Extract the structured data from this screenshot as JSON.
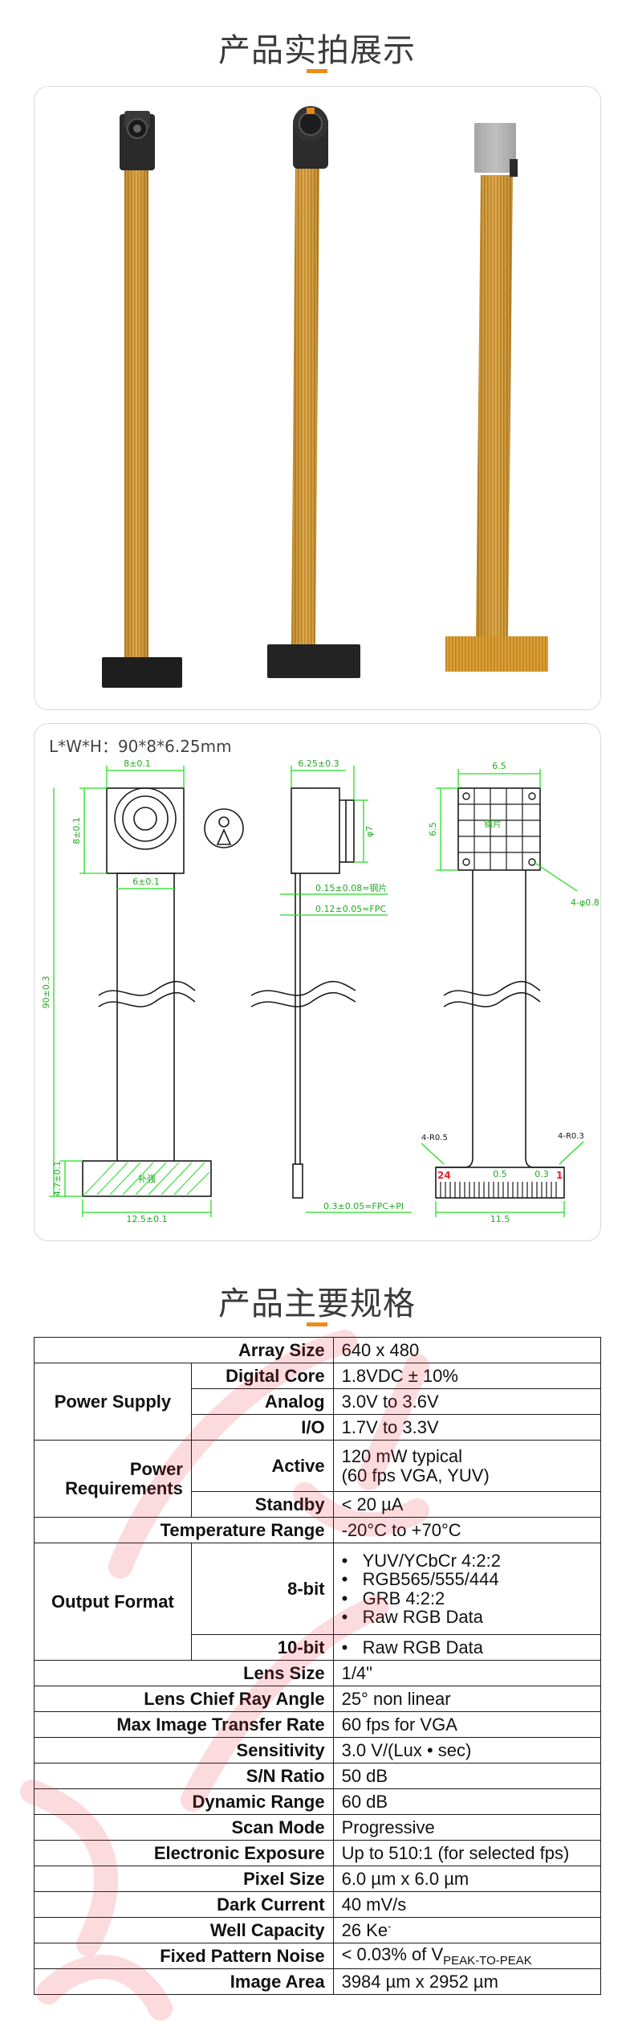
{
  "section1": {
    "title": "产品实拍展示"
  },
  "section2": {
    "dims": "L*W*H：90*8*6.25mm",
    "drawing": {
      "top_width": "8±0.1",
      "side_height": "8±0.1",
      "lens_width": "6±0.1",
      "total_length": "90±0.3",
      "tail_height": "4.7±0.1",
      "tail_width": "12.5±0.1",
      "tail_fill_label": "补强",
      "side_top": "6.25±0.3",
      "side_right": "φ7",
      "side_stiffener": "0.15±0.08=钢片",
      "side_fpc": "0.12±0.05=FPC",
      "side_bottom": "0.3±0.05=FPC+PI",
      "back_top": "6.5",
      "back_side": "6.5",
      "back_center": "钢片",
      "back_hole": "4-φ0.8",
      "back_r_left": "4-R0.5",
      "back_r_right": "4-R0.3",
      "pin_first": "24",
      "pin_last": "1",
      "pitch": "0.5",
      "pin_width": "0.3",
      "connector_width": "11.5"
    }
  },
  "section3": {
    "title": "产品主要规格"
  },
  "spec": {
    "array_size": {
      "label": "Array Size",
      "value": "640 x 480"
    },
    "power_supply": {
      "label": "Power Supply",
      "digital_core": {
        "label": "Digital Core",
        "value": "1.8VDC ± 10%"
      },
      "analog": {
        "label": "Analog",
        "value": "3.0V to 3.6V"
      },
      "io": {
        "label": "I/O",
        "value": "1.7V to 3.3V"
      }
    },
    "power_req": {
      "label_1": "Power",
      "label_2": "Requirements",
      "active": {
        "label": "Active",
        "value_1": "120 mW typical",
        "value_2": "(60 fps VGA, YUV)"
      },
      "standby": {
        "label": "Standby",
        "value": "< 20 µA"
      }
    },
    "temp": {
      "label": "Temperature Range",
      "value": "-20°C to +70°C"
    },
    "output": {
      "label": "Output Format",
      "bit8": {
        "label": "8-bit",
        "items": [
          "YUV/YCbCr 4:2:2",
          "RGB565/555/444",
          "GRB 4:2:2",
          "Raw RGB Data"
        ]
      },
      "bit10": {
        "label": "10-bit",
        "items": [
          "Raw RGB Data"
        ]
      }
    },
    "lens_size": {
      "label": "Lens Size",
      "value": "1/4\""
    },
    "cra": {
      "label": "Lens Chief Ray Angle",
      "value": "25° non linear"
    },
    "max_rate": {
      "label": "Max Image Transfer Rate",
      "value": "60 fps for VGA"
    },
    "sensitivity": {
      "label": "Sensitivity",
      "value": "3.0 V/(Lux • sec)"
    },
    "snr": {
      "label": "S/N Ratio",
      "value": "50 dB"
    },
    "dyn_range": {
      "label": "Dynamic Range",
      "value": "60 dB"
    },
    "scan": {
      "label": "Scan Mode",
      "value": "Progressive"
    },
    "exposure": {
      "label": "Electronic Exposure",
      "value": "Up to 510:1 (for selected fps)"
    },
    "pixel": {
      "label": "Pixel Size",
      "value": "6.0 µm x 6.0 µm"
    },
    "dark": {
      "label": "Dark Current",
      "value": "40 mV/s"
    },
    "well": {
      "label": "Well Capacity",
      "value": "26 Ke",
      "sup": "-"
    },
    "fpn": {
      "label": "Fixed Pattern Noise",
      "value": "< 0.03% of V",
      "sub": "PEAK-TO-PEAK"
    },
    "area": {
      "label": "Image Area",
      "value": "3984 µm x 2952 µm"
    }
  },
  "colors": {
    "accent": "#f08a1c",
    "dim_green": "#22dd22",
    "watermark_red": "#e8202a",
    "fpc_orange": "#e8a020"
  }
}
